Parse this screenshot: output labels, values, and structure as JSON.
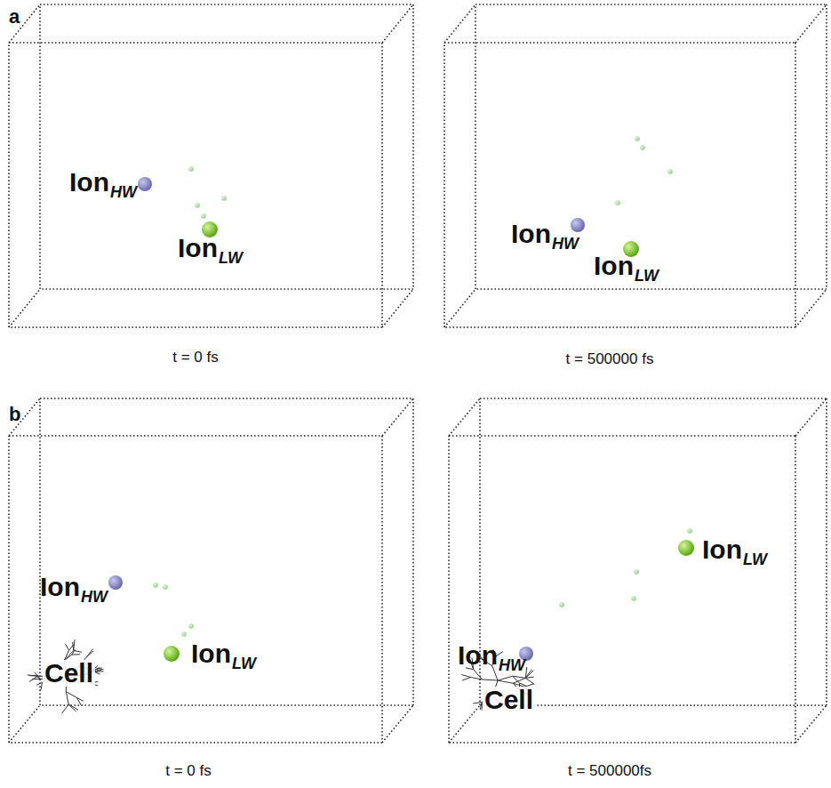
{
  "diagram": {
    "labels": [
      "a",
      "Ion",
      "HW",
      "Ion",
      "LW",
      "t = 0 fs",
      "Ion",
      "HW",
      "Ion",
      "LW",
      "t = 500000 fs",
      "b",
      "Ion",
      "HW",
      "Cell",
      "Ion",
      "LW",
      "t = 0 fs",
      "Ion",
      "HW",
      "Ion",
      "LW",
      "Cell",
      "t = 500000fs"
    ]
  }
}
